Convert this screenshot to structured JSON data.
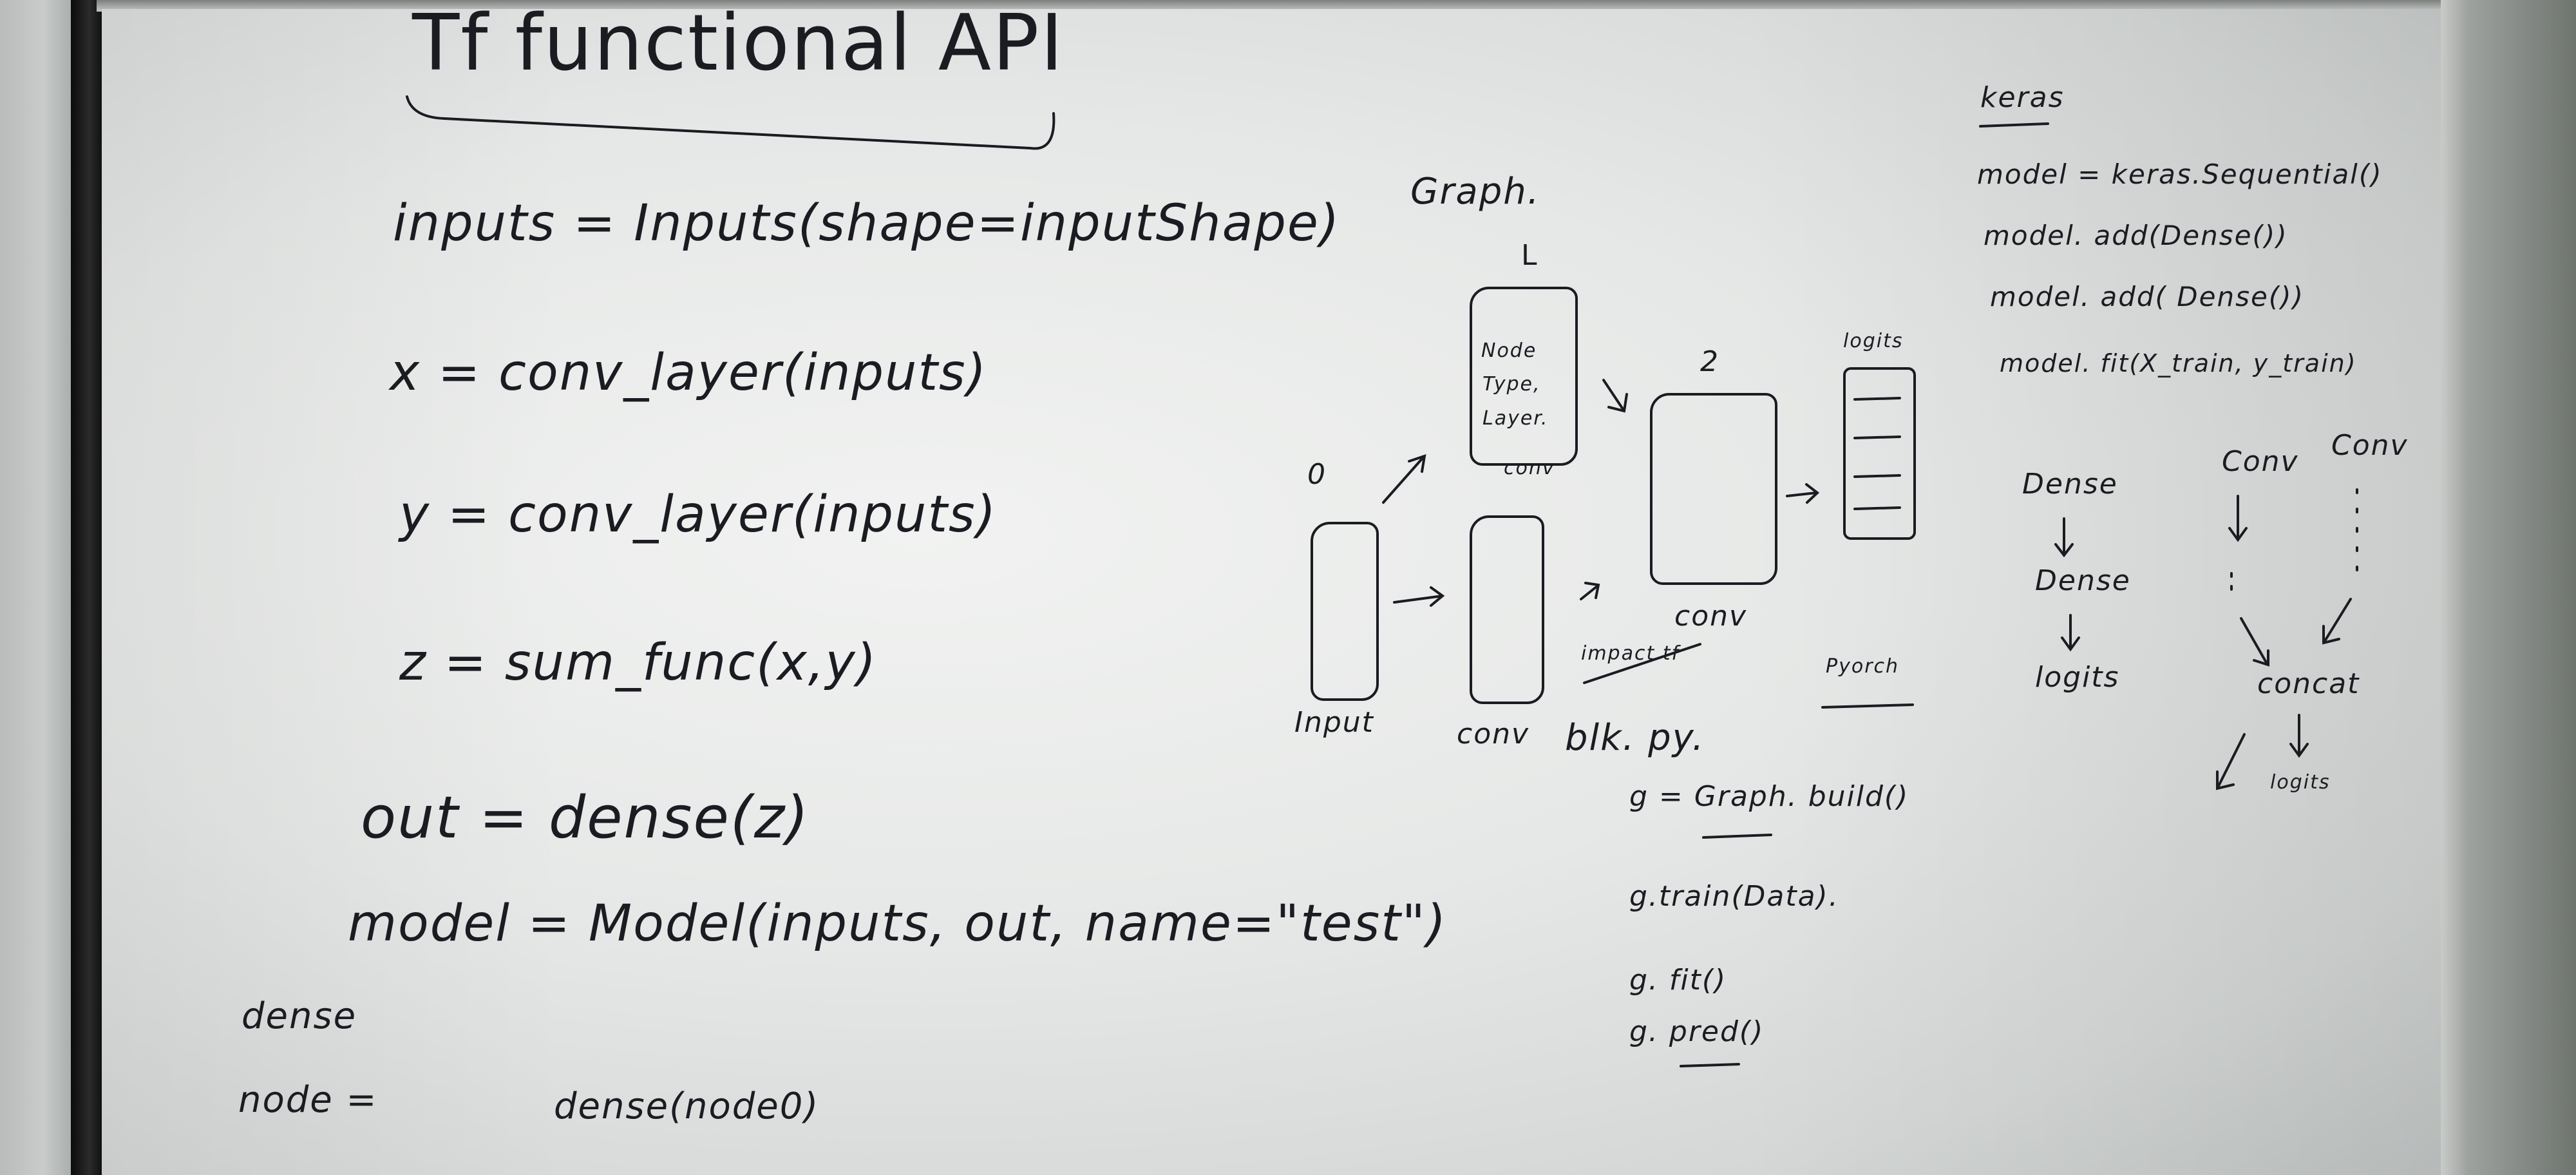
{
  "whiteboard": {
    "title": "Tf functional API",
    "code_lines": [
      "inputs = Inputs(shape=inputShape)",
      "x = conv_layer(inputs)",
      "y = conv_layer(inputs)",
      "z = sum_func(x,y)",
      "out = dense(z)",
      "model = Model(inputs, out, name=\"test\")",
      "dense",
      "node =",
      "dense(node0)"
    ],
    "graph": {
      "title": "Graph.",
      "nodes": {
        "n0_label": "0",
        "n0_caption": "Input",
        "n1_caption": "conv",
        "n2_marker": "L",
        "n2_text_1": "Node",
        "n2_text_2": "Type,",
        "n2_text_3": "Layer.",
        "n2_caption": "conv",
        "n3_marker": "2",
        "n3_caption": "conv",
        "n4_caption": "logits"
      },
      "struck_note": "impact tf",
      "side_label": "Pyorch",
      "notes": [
        "blk. py.",
        "g = Graph. build()",
        "g.train(Data).",
        "g. fit()",
        "g. pred()"
      ]
    },
    "keras": {
      "heading": "keras",
      "lines": [
        "model = keras.Sequential()",
        "model. add(Dense())",
        "model. add( Dense())",
        "model. fit(X_train, y_train)"
      ],
      "flow_left": [
        "Dense",
        "Dense",
        "logits"
      ],
      "flow_right": {
        "branch_1": "Conv",
        "branch_2": "Conv",
        "merge": "concat",
        "out": "logits"
      }
    }
  }
}
